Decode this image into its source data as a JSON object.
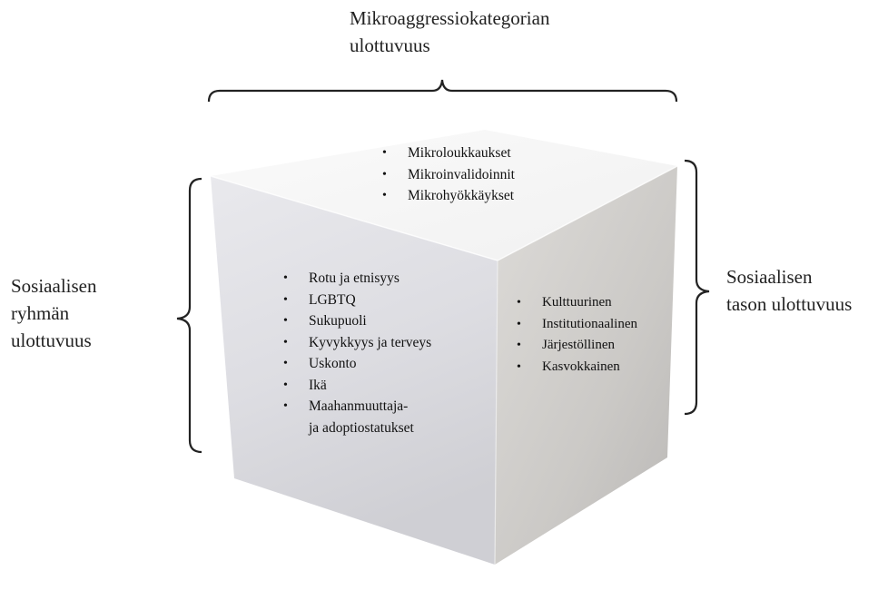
{
  "labels": {
    "top": [
      "Mikroaggressiokategorian",
      "ulottuvuus"
    ],
    "left": [
      "Sosiaalisen",
      "ryhmän",
      "ulottuvuus"
    ],
    "right": [
      "Sosiaalisen",
      "tason ulottuvuus"
    ]
  },
  "faces": {
    "top": [
      "Mikroloukkaukset",
      "Mikroinvalidoinnit",
      "Mikrohyökkäykset"
    ],
    "left": [
      "Rotu ja etnisyys",
      "LGBTQ",
      "Sukupuoli",
      "Kyvykkyys ja terveys",
      "Uskonto",
      "Ikä",
      "Maahanmuuttaja-",
      "ja adoptiostatukset"
    ],
    "right": [
      "Kulttuurinen",
      "Institutionaalinen",
      "Järjestöllinen",
      "Kasvokkainen"
    ]
  }
}
